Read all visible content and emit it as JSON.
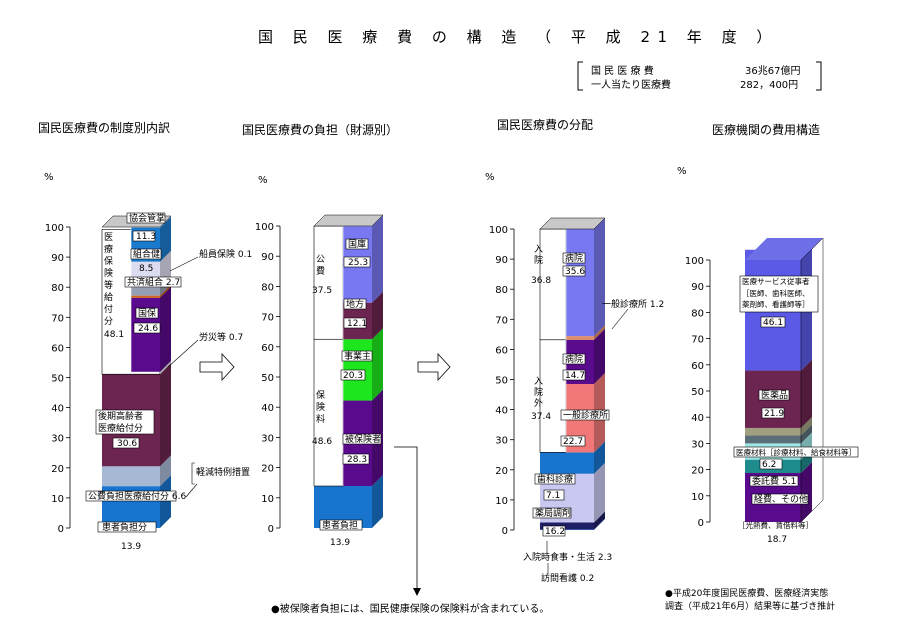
{
  "header": {
    "title": "国 民 医 療 費 の 構 造 （ 平 成 21 年 度 ）",
    "summary_label_total": "国 民 医 療 費",
    "summary_value_total": "36兆67億円",
    "summary_label_per_capita": "一人当たり医療費",
    "summary_value_per_capita": "282，400円"
  },
  "footnotes": {
    "note1": "●被保険者負担には、国民健康保険の保険料が含まれている。",
    "note2_line1": "●平成20年度国民医療費、医療経済実態",
    "note2_line2": "調査（平成21年6月）結果等に基づき推計"
  },
  "axis": {
    "unit_label": "%",
    "ticks": [
      "0",
      "10",
      "20",
      "30",
      "40",
      "50",
      "60",
      "70",
      "80",
      "90",
      "100"
    ]
  },
  "chart_data": [
    {
      "type": "bar",
      "title": "国民医療費の制度別内訳",
      "ylim": [
        0,
        100
      ],
      "main_segments": [
        {
          "name": "患者負担分",
          "value": 13.9,
          "color": "#1874cd"
        },
        {
          "name": "公費負担医療給付分",
          "value": 6.6,
          "color": "#a7b8d4"
        },
        {
          "name": "後期高齢者医療給付分",
          "value": 30.6,
          "color": "#6c2450"
        },
        {
          "name": "医療保険等給付分",
          "value": 48.1,
          "color": "#ffffff"
        }
      ],
      "sub_segments": [
        {
          "name": "国保",
          "value": 24.6,
          "color": "#5a0a8c"
        },
        {
          "name": "労災等",
          "value": 0.7,
          "color": "#d26414"
        },
        {
          "name": "共済組合",
          "value": 2.7,
          "color": "#96a0b4"
        },
        {
          "name": "組合健",
          "value": 8.5,
          "color": "#dcdcf0"
        },
        {
          "name": "船員保険",
          "value": 0.1,
          "color": "#c8c8c8"
        },
        {
          "name": "協会管掌",
          "value": 11.3,
          "color": "#1a7acd"
        }
      ],
      "labels": {
        "kyokai": "協会管掌",
        "kyokai_v": "11.3",
        "kumiai": "組合健",
        "kumiai_v": "8.5",
        "kyosai": "共済組合 2.7",
        "kokuho": "国保",
        "kokuho_v": "24.6",
        "iryo_hoken": "医療保険等給付分",
        "iryo_hoken_v": "48.1",
        "kouki1": "後期高齢者",
        "kouki2": "医療給付分",
        "kouki_v": "30.6",
        "kouhi": "公費負担医療給付分 6.6",
        "kanja": "患者負担分",
        "kanja_v": "13.9",
        "sen_in": "船員保険 0.1",
        "rousai": "労災等 0.7",
        "tokurei": "軽減特例措置"
      }
    },
    {
      "type": "bar",
      "title": "国民医療費の負担（財源別）",
      "ylim": [
        0,
        100
      ],
      "main_segments": [
        {
          "name": "患者負担",
          "value": 13.9,
          "color": "#1874cd"
        },
        {
          "name": "保険料",
          "value": 48.6,
          "color": "#ffffff"
        },
        {
          "name": "公費",
          "value": 37.5,
          "color": "#ffffff"
        }
      ],
      "sub_segments": [
        {
          "name": "被保険者",
          "value": 28.3,
          "color": "#5a0a8c"
        },
        {
          "name": "事業主",
          "value": 20.3,
          "color": "#1ee61e"
        },
        {
          "name": "地方",
          "value": 12.1,
          "color": "#6c2450"
        },
        {
          "name": "国庫",
          "value": 25.3,
          "color": "#7878f0"
        }
      ],
      "labels": {
        "kouhi": "公費",
        "kouhi_v": "37.5",
        "kokko": "国庫",
        "kokko_v": "25.3",
        "chihou": "地方",
        "chihou_v": "12.1",
        "jigyo": "事業主",
        "jigyo_v": "20.3",
        "hoken": "保険料",
        "hoken_v": "48.6",
        "hihoken": "被保険者",
        "hihoken_v": "28.3",
        "kanja": "患者負担",
        "kanja_v": "13.9"
      }
    },
    {
      "type": "bar",
      "title": "国民医療費の分配",
      "ylim": [
        0,
        100
      ],
      "main_segments": [
        {
          "name": "訪問看護",
          "value": 0.2,
          "color": "#2864c8"
        },
        {
          "name": "入院時食事・生活",
          "value": 2.3,
          "color": "#1e1e64"
        },
        {
          "name": "薬局調剤",
          "value": 16.2,
          "color": "#c8c8f0"
        },
        {
          "name": "歯科診療",
          "value": 7.1,
          "color": "#1874cd"
        },
        {
          "name": "入院外",
          "value": 37.4,
          "color": "#ffffff"
        },
        {
          "name": "入院",
          "value": 36.8,
          "color": "#ffffff"
        }
      ],
      "sub_segments": [
        {
          "name": "一般診療所",
          "value": 22.7,
          "color": "#f07878"
        },
        {
          "name": "病院",
          "value": 14.7,
          "color": "#5a0a8c"
        },
        {
          "name": "一般診療所",
          "value": 1.2,
          "color": "#e08c64"
        },
        {
          "name": "病院",
          "value": 35.6,
          "color": "#7878f0"
        }
      ],
      "labels": {
        "nyuin": "入院",
        "nyuin_v": "36.8",
        "byoin1": "病院",
        "byoin1_v": "35.6",
        "ippan1": "一般診療所 1.2",
        "nyuingai": "入院外",
        "nyuingai_v": "37.4",
        "byoin2": "病院",
        "byoin2_v": "14.7",
        "ippan2": "一般診療所",
        "ippan2_v": "22.7",
        "shika": "歯科診療",
        "shika_v": "7.1",
        "yakkyoku": "薬局調剤",
        "yakkyoku_v": "16.2",
        "shokuji": "入院時食事・生活 2.3",
        "houmon": "訪問看護 0.2"
      }
    },
    {
      "type": "bar",
      "title": "医療機関の費用構造",
      "ylim": [
        0,
        100
      ],
      "main_segments": [
        {
          "name": "経費、その他",
          "value": 18.7,
          "color": "#5a0a8c"
        },
        {
          "name": "委託費",
          "value": 5.1,
          "color": "#1e8c8c"
        },
        {
          "name": "医療材料",
          "value": 6.2,
          "color": "#a0e6e6"
        },
        {
          "name": "医療材料（灰）",
          "value": 3.0,
          "color": "#5a6e78"
        },
        {
          "name": "医療材料（黄）",
          "value": 2.9,
          "color": "#a0a080"
        },
        {
          "name": "医薬品",
          "value": 21.9,
          "color": "#6c2450"
        },
        {
          "name": "医療サービス従事者",
          "value": 46.1,
          "color": "#5a5ae6"
        }
      ],
      "labels": {
        "juji1": "医療サービス従事者",
        "juji2": "［医師、歯科医師、",
        "juji3": "薬剤師、看護師等］",
        "juji_v": "46.1",
        "iyaku": "医薬品",
        "iyaku_v": "21.9",
        "zairyo": "医療材料［診療材料、給食材料等］",
        "zairyo_v": "6.2",
        "itaku": "委託費",
        "itaku_v": "5.1",
        "keihi": "経費、その他",
        "keihi_sub": "［光熱費、賃借料等］",
        "keihi_v": "18.7"
      }
    }
  ]
}
